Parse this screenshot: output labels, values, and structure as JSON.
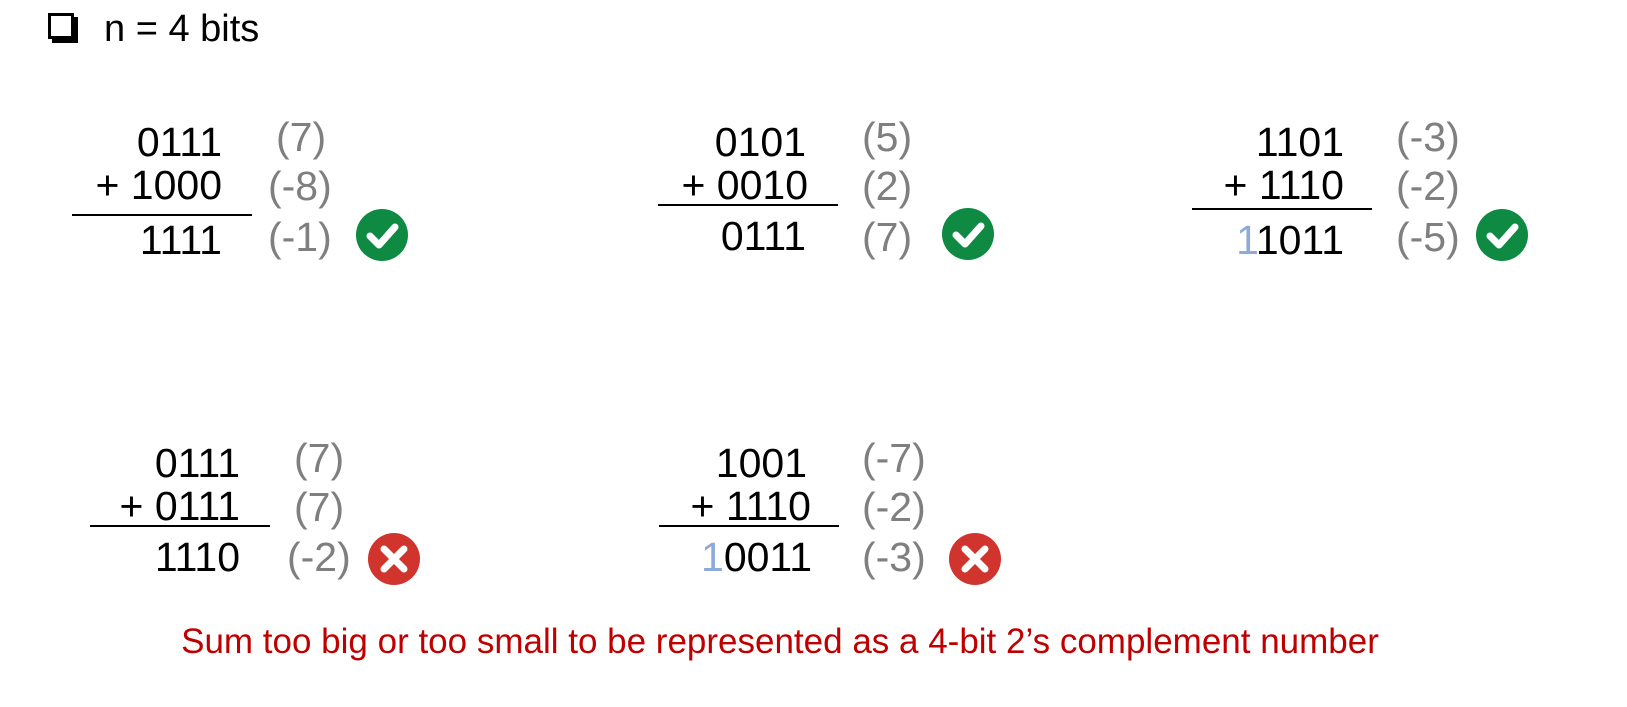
{
  "header": {
    "text": "n = 4 bits"
  },
  "problems": [
    {
      "a": "0111",
      "b": "+ 1000",
      "carry": "",
      "sum": "1111",
      "a_val": "(7)",
      "b_val": "(-8)",
      "sum_val": "(-1)",
      "status": "ok"
    },
    {
      "a": "0101",
      "b": "+ 0010",
      "carry": "",
      "sum": "0111",
      "a_val": "(5)",
      "b_val": "(2)",
      "sum_val": "(7)",
      "status": "ok"
    },
    {
      "a": "1101",
      "b": "+ 1110",
      "carry": "1",
      "sum": "1011",
      "a_val": "(-3)",
      "b_val": "(-2)",
      "sum_val": "(-5)",
      "status": "ok"
    },
    {
      "a": "0111",
      "b": "+ 0111",
      "carry": "",
      "sum": "1110",
      "a_val": "(7)",
      "b_val": "(7)",
      "sum_val": "(-2)",
      "status": "overflow"
    },
    {
      "a": "1001",
      "b": "+ 1110",
      "carry": "1",
      "sum": "0011",
      "a_val": "(-7)",
      "b_val": "(-2)",
      "sum_val": "(-3)",
      "status": "overflow"
    }
  ],
  "footer": {
    "text": "Sum too big or too small to be represented as a 4-bit 2’s complement number"
  },
  "colors": {
    "ok": "#0f8a43",
    "overflow": "#d0342c",
    "carry": "#8eaadb",
    "value": "#7f7f7f",
    "footer": "#c00000"
  }
}
